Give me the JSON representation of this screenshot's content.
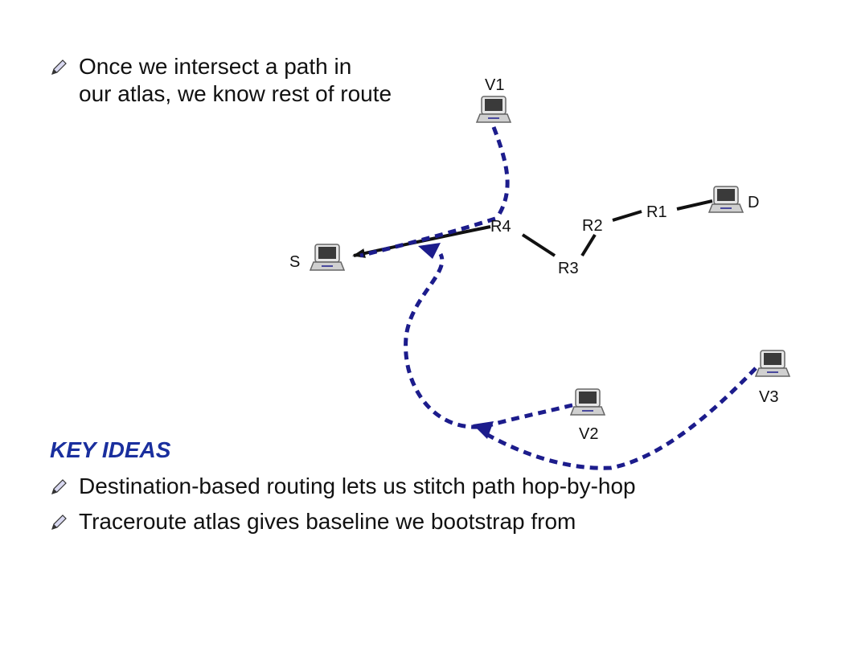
{
  "bullets_top": [
    {
      "text": "Once we intersect a path in\nour atlas, we know rest of route"
    }
  ],
  "key_ideas": {
    "heading": "KEY IDEAS",
    "items": [
      {
        "text": "Destination-based routing lets us stitch path hop-by-hop"
      },
      {
        "text": "Traceroute atlas gives baseline we bootstrap from"
      }
    ]
  },
  "diagram": {
    "hosts": {
      "v1": "V1",
      "v2": "V2",
      "v3": "V3",
      "s": "S",
      "d": "D"
    },
    "routers": {
      "r1": "R1",
      "r2": "R2",
      "r3": "R3",
      "r4": "R4"
    },
    "colors": {
      "dashed_path": "#1c1c8c",
      "solid_path": "#111111",
      "heading": "#1a2f9e"
    }
  }
}
